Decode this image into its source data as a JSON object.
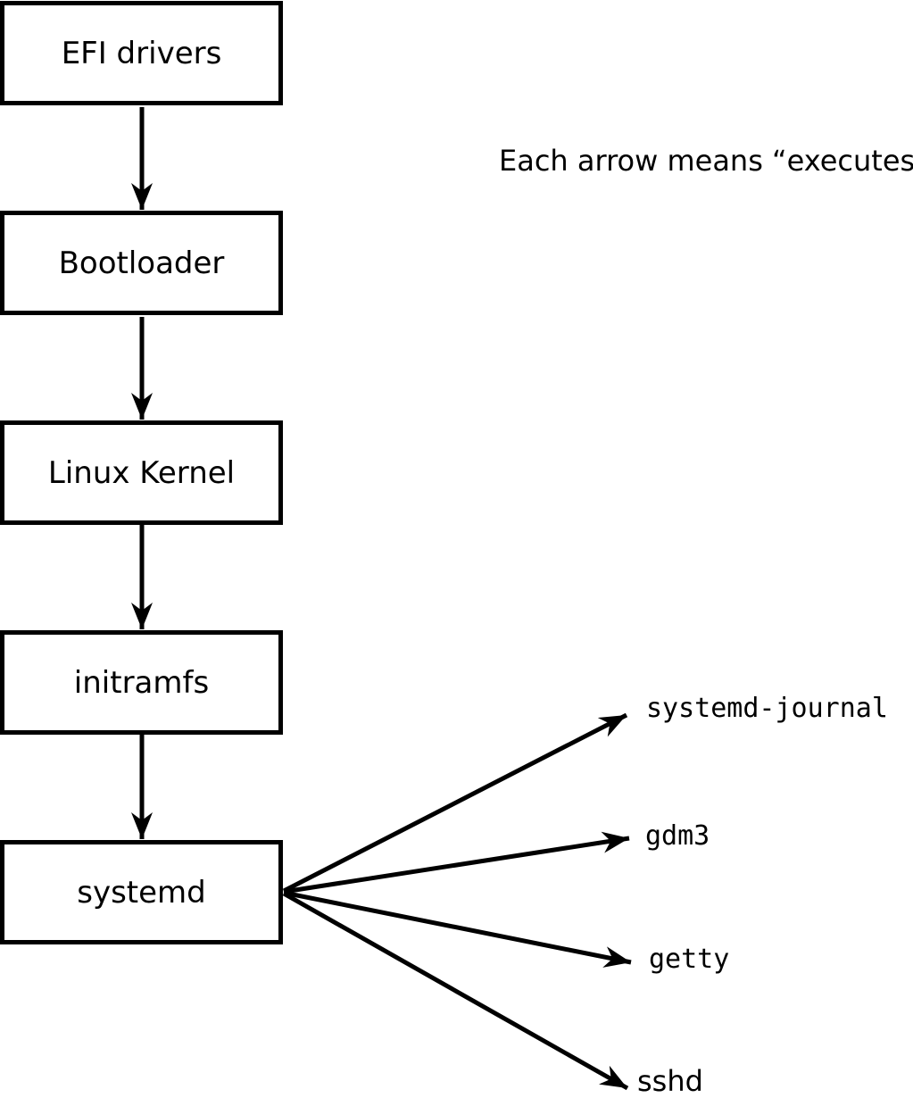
{
  "note": "Each arrow means “executes”.",
  "chain": [
    {
      "label": "EFI drivers"
    },
    {
      "label": "Bootloader"
    },
    {
      "label": "Linux Kernel"
    },
    {
      "label": "initramfs"
    },
    {
      "label": "systemd"
    }
  ],
  "spawned": [
    {
      "label": "systemd-journal"
    },
    {
      "label": "gdm3"
    },
    {
      "label": "getty"
    },
    {
      "label": "sshd"
    }
  ],
  "colors": {
    "line": "#000000",
    "background": "#ffffff",
    "text": "#000000"
  }
}
